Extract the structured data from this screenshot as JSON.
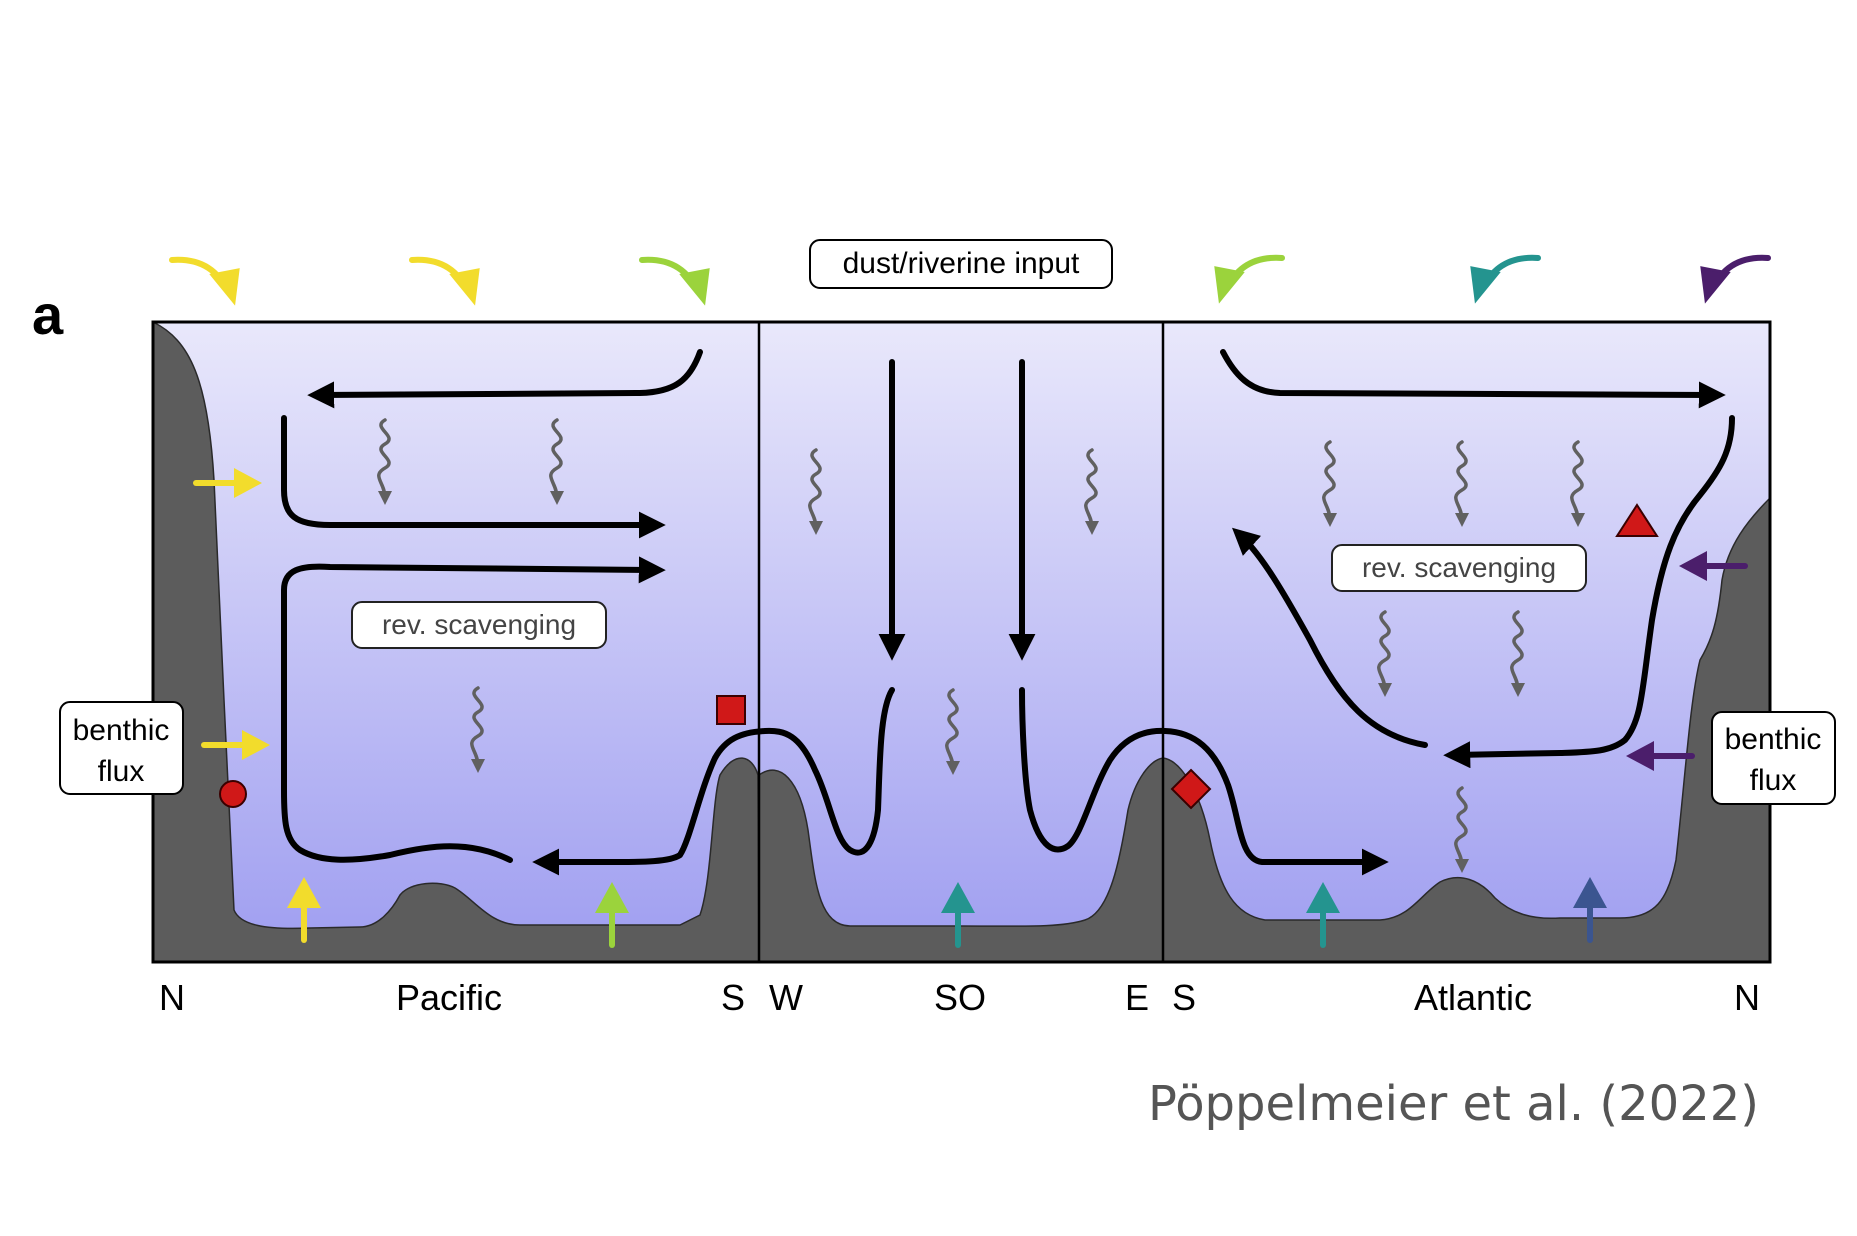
{
  "panel_label": "a",
  "labels": {
    "dust_input": "dust/riverine input",
    "rev_scavenging": "rev. scavenging",
    "benthic_flux_line1": "benthic",
    "benthic_flux_line2": "flux"
  },
  "axis": {
    "pacific_n": "N",
    "pacific": "Pacific",
    "pacific_s": "S",
    "so_w": "W",
    "so": "SO",
    "so_e": "E",
    "atlantic_s": "S",
    "atlantic": "Atlantic",
    "atlantic_n": "N"
  },
  "citation": "Pöppelmeier et al. (2022)",
  "colors": {
    "ocean_top": "#e9e8fb",
    "ocean_bottom": "#9e9df0",
    "seafloor": "#5c5c5c",
    "circulation": "#000000",
    "particle_flux": "#606060",
    "marker_red": "#d01818",
    "input_yellow": "#f2dc2c",
    "input_lime": "#9bd33c",
    "input_teal": "#24948f",
    "input_blue": "#3b5590",
    "input_purple": "#4b1e6b",
    "citation_text": "#555555"
  }
}
